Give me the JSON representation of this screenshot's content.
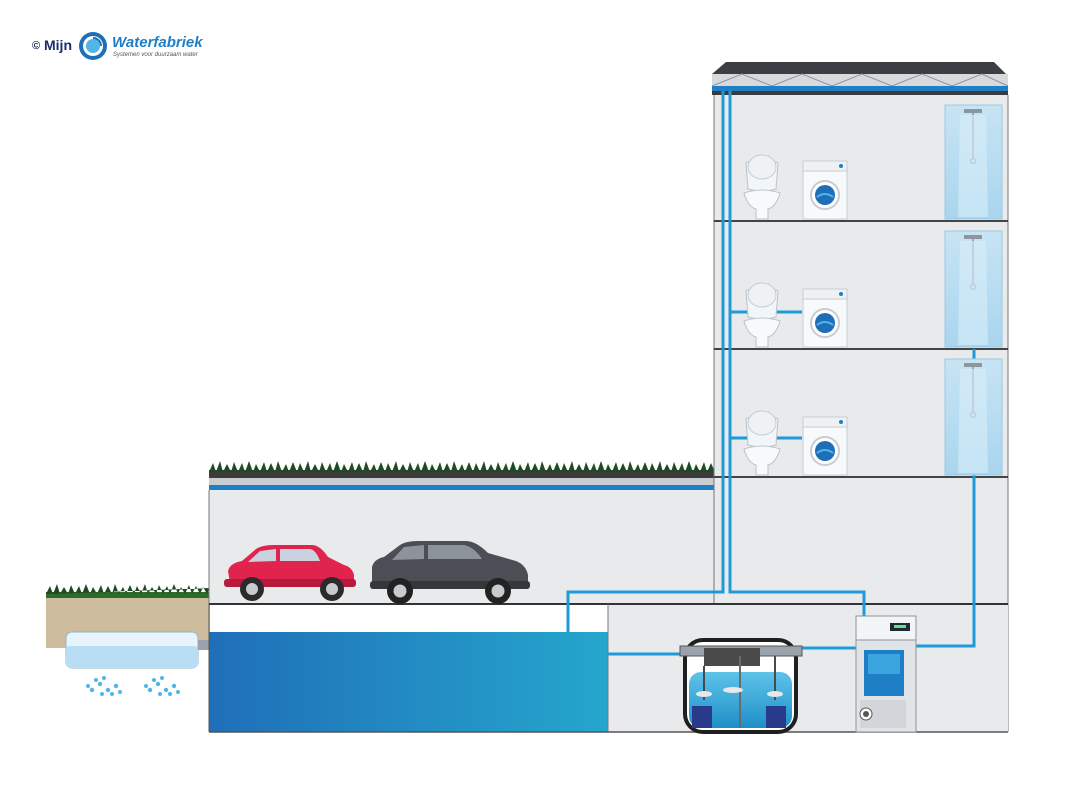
{
  "logo": {
    "copyright": "©",
    "prefix": "Mijn",
    "brand": "Waterfabriek",
    "tagline": "Systemen voor duurzaam water"
  },
  "colors": {
    "pipe": "#1e9ad6",
    "water_dark": "#1f6fb8",
    "water_light": "#2aa7cf",
    "wall": "#e9eaec",
    "car_red": "#e0244e",
    "car_grey": "#4b4e55",
    "grass": "#1f4a26",
    "soil": "#cdbd9e"
  },
  "icons": [
    "toilet-icon",
    "washing-machine-icon",
    "shower-icon",
    "rain-drops-icon",
    "car-icon",
    "pump-tank-icon",
    "treatment-unit-icon"
  ]
}
